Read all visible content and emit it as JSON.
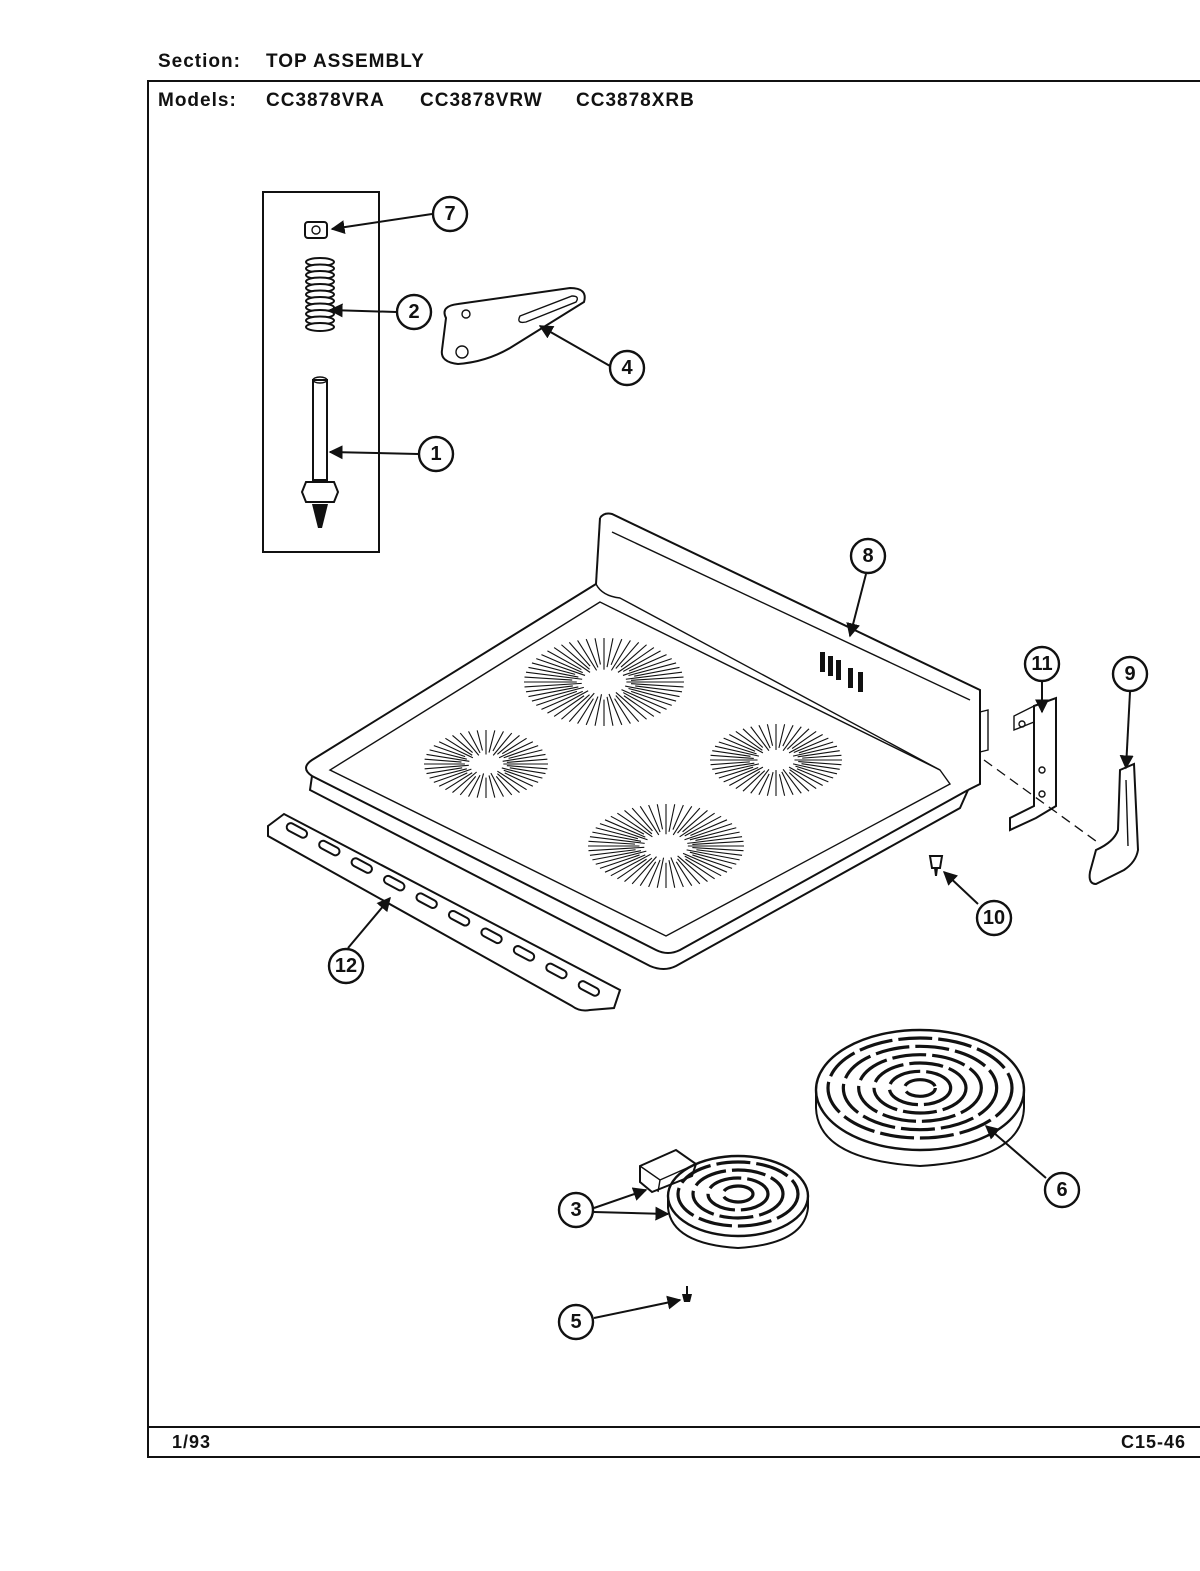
{
  "header": {
    "section_label": "Section:",
    "section_value": "TOP ASSEMBLY",
    "models_label": "Models:",
    "models": [
      "CC3878VRA",
      "CC3878VRW",
      "CC3878XRB"
    ]
  },
  "footer": {
    "date": "1/93",
    "page_code": "C15-46"
  },
  "callouts": [
    {
      "number": "1",
      "part": "leveling-leg"
    },
    {
      "number": "2",
      "part": "spring"
    },
    {
      "number": "3",
      "part": "small-surface-element-and-terminal-block"
    },
    {
      "number": "4",
      "part": "hinge-bracket"
    },
    {
      "number": "5",
      "part": "screw"
    },
    {
      "number": "6",
      "part": "large-surface-element"
    },
    {
      "number": "7",
      "part": "nut"
    },
    {
      "number": "8",
      "part": "cooktop"
    },
    {
      "number": "9",
      "part": "side-trim-cap"
    },
    {
      "number": "10",
      "part": "screw"
    },
    {
      "number": "11",
      "part": "side-bracket"
    },
    {
      "number": "12",
      "part": "front-trim-strip"
    }
  ]
}
